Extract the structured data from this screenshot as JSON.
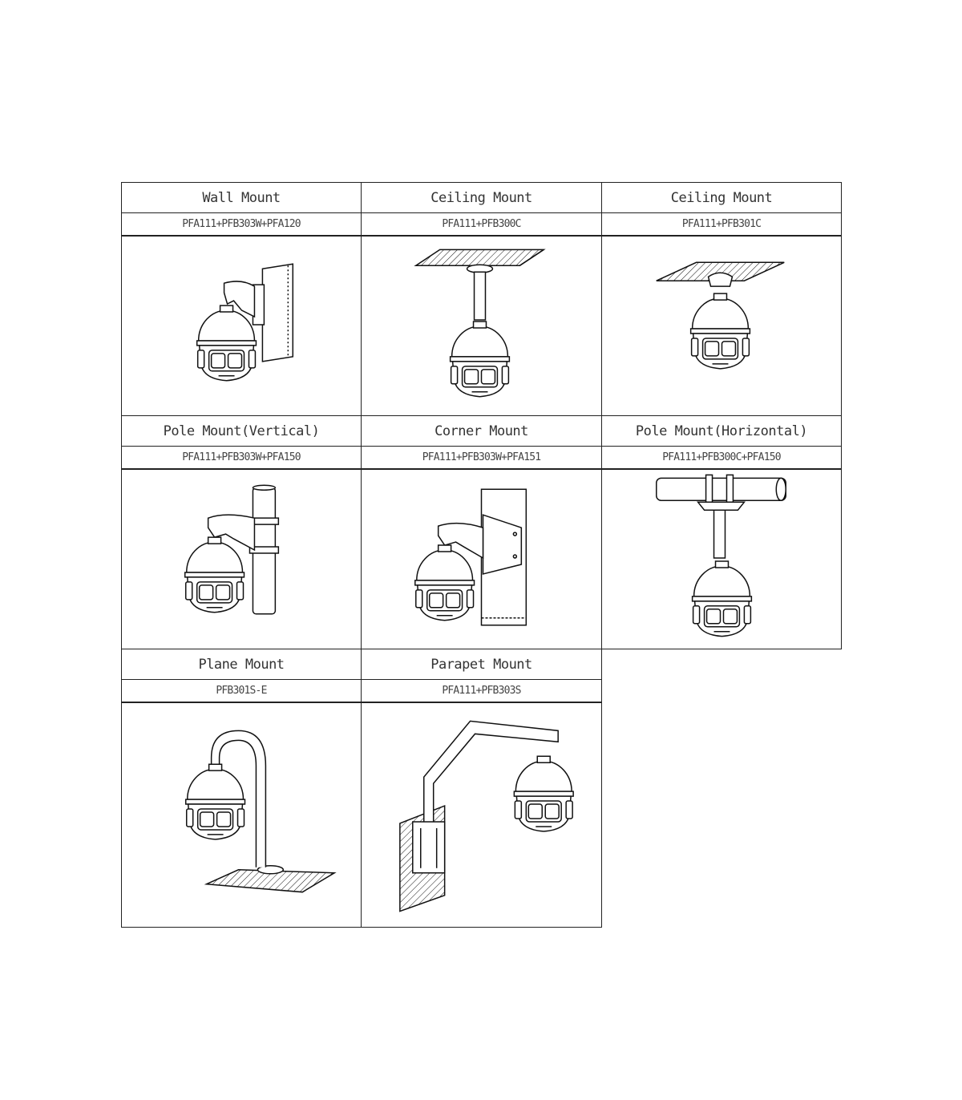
{
  "mounts": [
    {
      "title": "Wall Mount",
      "code": "PFA111+PFB303W+PFA120"
    },
    {
      "title": "Ceiling Mount",
      "code": "PFA111+PFB300C"
    },
    {
      "title": "Ceiling Mount",
      "code": "PFA111+PFB301C"
    },
    {
      "title": "Pole Mount(Vertical)",
      "code": "PFA111+PFB303W+PFA150"
    },
    {
      "title": "Corner Mount",
      "code": "PFA111+PFB303W+PFA151"
    },
    {
      "title": "Pole Mount(Horizontal)",
      "code": "PFA111+PFB300C+PFA150"
    },
    {
      "title": "Plane Mount",
      "code": "PFB301S-E"
    },
    {
      "title": "Parapet Mount",
      "code": "PFA111+PFB303S"
    }
  ]
}
